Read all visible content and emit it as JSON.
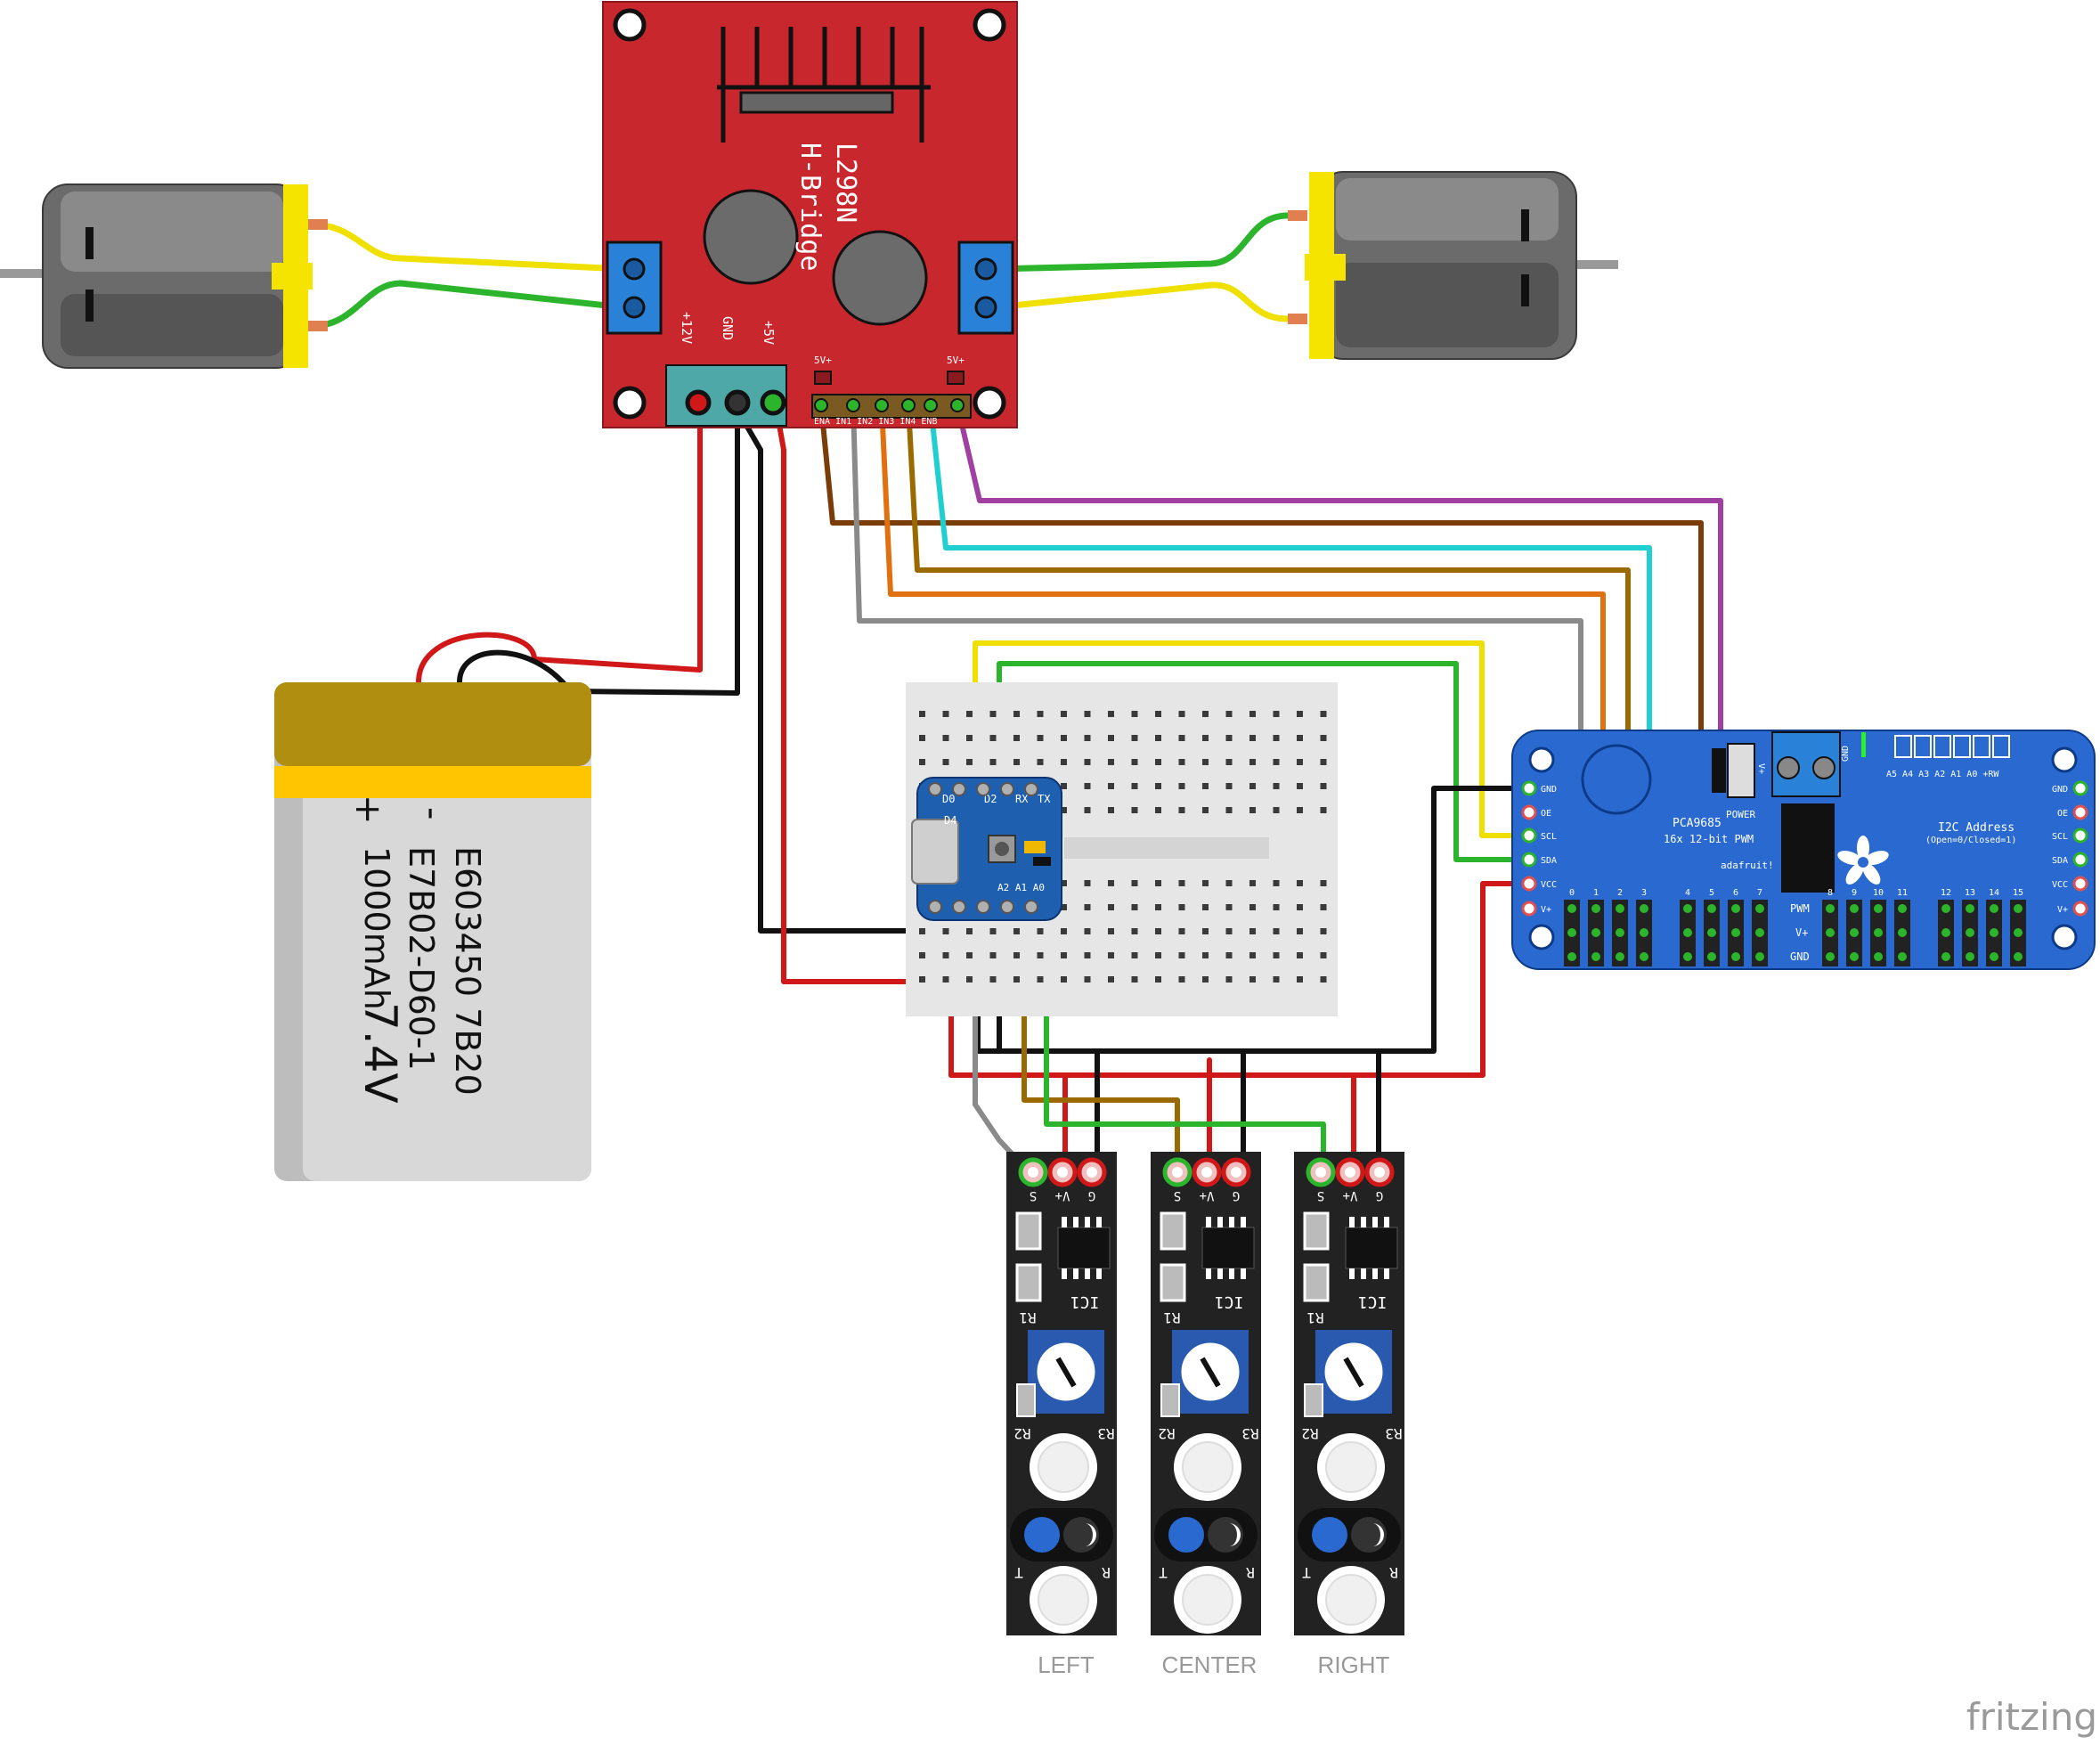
{
  "hbridge": {
    "title": "L298N",
    "subtitle": "H-Bridge",
    "power_pins": [
      "+12V",
      "GND",
      "+5V"
    ],
    "jumper_labels": [
      "5V+",
      "5V+"
    ],
    "control_pins": "ENA IN1 IN2 IN3 IN4 ENB"
  },
  "battery": {
    "minus": "-",
    "plus": "+",
    "line1": "E603450 7B20",
    "line2": "E7B02-D60-1",
    "line3": "1000mAh",
    "voltage": "7.4V"
  },
  "microcontroller": {
    "pin_labels": [
      "D0",
      "D2",
      "RX",
      "TX"
    ],
    "small_label": "D4",
    "bottom_labels": "A2 A1 A0"
  },
  "pwm_driver": {
    "left_pins": [
      "GND",
      "OE",
      "SCL",
      "SDA",
      "VCC",
      "V+"
    ],
    "right_pins": [
      "GND",
      "OE",
      "SCL",
      "SDA",
      "VCC",
      "V+"
    ],
    "top_labels": "A5 A4 A3 A2 A1 A0 +RW",
    "addr_title": "I2C Address",
    "addr_sub": "(Open=0/Closed=1)",
    "chip_label": "PCA9685",
    "chip_sub": "16x 12-bit PWM",
    "power_label": "POWER",
    "vplus": "V+",
    "gnd_top": "GND",
    "brand": "adafruit!",
    "row_labels": [
      "PWM",
      "V+",
      "GND"
    ],
    "channel_numbers": [
      "0",
      "1",
      "2",
      "3",
      "4",
      "5",
      "6",
      "7",
      "8",
      "9",
      "10",
      "11",
      "12",
      "13",
      "14",
      "15"
    ]
  },
  "sensors": [
    {
      "label": "LEFT"
    },
    {
      "label": "CENTER"
    },
    {
      "label": "RIGHT"
    }
  ],
  "sensor_pin_labels": [
    "S",
    "V+",
    "G"
  ],
  "sensor_parts": {
    "ic": "IC1",
    "r1": "R1",
    "r2": "R2",
    "r3": "R3",
    "t": "T",
    "r": "R"
  },
  "watermark": "fritzing",
  "colors": {
    "hbridge_board": "#c8282d",
    "pwm_board": "#2a6ad0",
    "sensor_board": "#222222",
    "motor_body": "#6b6b6b",
    "motor_cap": "#f5e400",
    "battery_body": "#d8d8d8",
    "battery_top": "#b08e10",
    "battery_band": "#ffc600",
    "wire_red": "#d01818",
    "wire_black": "#111111",
    "wire_green": "#2cb52c",
    "wire_yellow": "#f0e000",
    "wire_brown": "#7a3c08",
    "wire_gray": "#8a8a8a",
    "wire_orange": "#e07010",
    "wire_dark_orange": "#9a6a00",
    "wire_cyan": "#20d0d0",
    "wire_purple": "#a040a0"
  }
}
